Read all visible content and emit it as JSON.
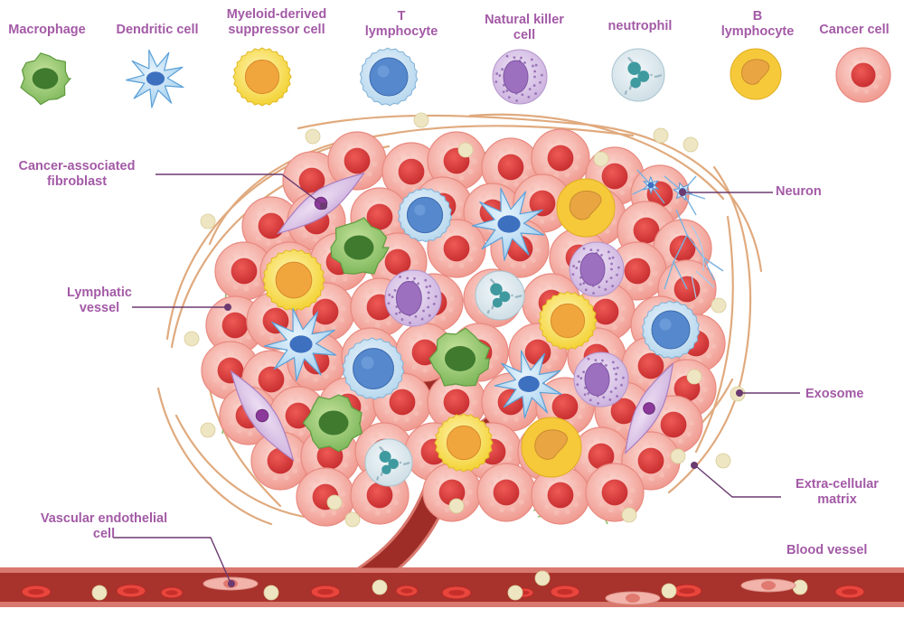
{
  "legend": [
    {
      "id": "macrophage",
      "label": "Macrophage"
    },
    {
      "id": "dendritic",
      "label": "Dendritic cell"
    },
    {
      "id": "mdsc",
      "label_line1": "Myeloid-derived",
      "label_line2": "suppressor cell"
    },
    {
      "id": "t-cell",
      "label_line1": "T",
      "label_line2": "lymphocyte"
    },
    {
      "id": "nk",
      "label_line1": "Natural killer",
      "label_line2": "cell"
    },
    {
      "id": "neutrophil",
      "label": "neutrophil"
    },
    {
      "id": "b-cell",
      "label_line1": "B",
      "label_line2": "lymphocyte"
    },
    {
      "id": "cancer",
      "label": "Cancer cell"
    }
  ],
  "callouts": {
    "caf": {
      "line1": "Cancer-associated",
      "line2": "fibroblast"
    },
    "lymphatic": {
      "line1": "Lymphatic",
      "line2": "vessel"
    },
    "vascular": {
      "line1": "Vascular endothelial",
      "line2": "cell"
    },
    "neuron": {
      "line1": "Neuron"
    },
    "exosome": {
      "line1": "Exosome"
    },
    "ecm": {
      "line1": "Extra-cellular",
      "line2": "matrix"
    },
    "blood_vessel": {
      "line1": "Blood vessel"
    }
  },
  "colors": {
    "label": "#a35aa6",
    "callout_line": "#6b3a70",
    "cancer_fill": "#f2a9a0",
    "cancer_nucleus": "#d94141",
    "vessel": "#a8322c",
    "macrophage": "#8cc26a",
    "dendritic": "#a9d4f0",
    "mdsc": "#f5d640",
    "t_cell": "#4f7fc8",
    "nk": "#c8aedc",
    "neutrophil": "#cfe2e8",
    "b_cell": "#f7cf48",
    "fibroblast": "#d7bde3",
    "exosome": "#ece6bf",
    "ecm": "#e0aa7e"
  }
}
